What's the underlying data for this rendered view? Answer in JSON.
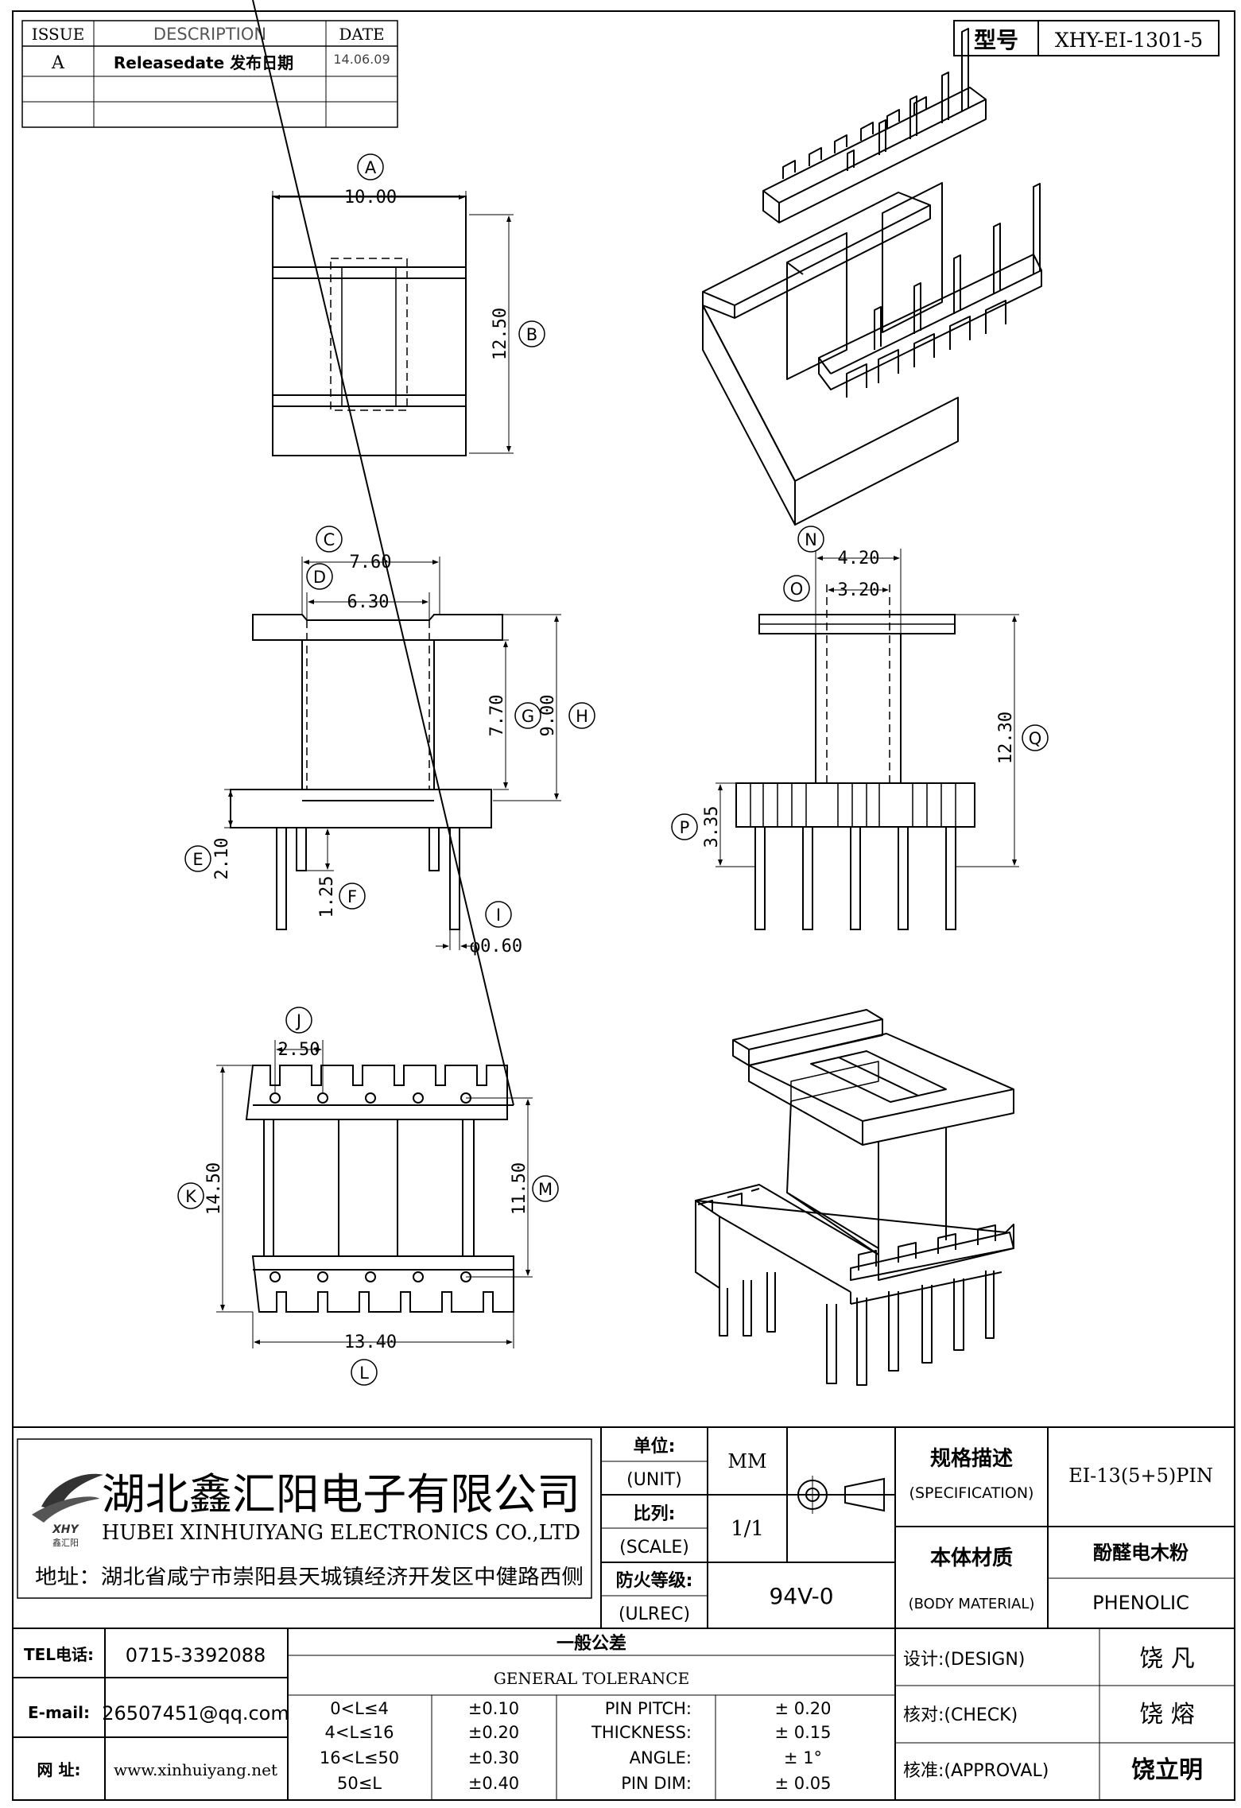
{
  "revision_table": {
    "headers": [
      "ISSUE",
      "DESCRIPTION",
      "DATE"
    ],
    "rows": [
      [
        "A",
        "Releasedate 发布日期",
        "14.06.09"
      ],
      [
        "",
        "",
        ""
      ],
      [
        "",
        "",
        ""
      ]
    ]
  },
  "model": {
    "label": "型号",
    "value": "XHY-EI-1301-5"
  },
  "drawing": {
    "labels": {
      "A": "A",
      "B": "B",
      "C": "C",
      "D": "D",
      "E": "E",
      "F": "F",
      "G": "G",
      "H": "H",
      "I": "I",
      "J": "J",
      "K": "K",
      "L": "L",
      "M": "M",
      "N": "N",
      "O": "O",
      "P": "P",
      "Q": "Q"
    },
    "dims": {
      "A": "10.00",
      "B": "12.50",
      "C": "7.60",
      "D": "6.30",
      "E": "2.10",
      "F": "1.25",
      "G": "7.70",
      "H": "9.00",
      "I": "φ0.60",
      "J": "2.50",
      "K": "14.50",
      "L": "13.40",
      "M": "11.50",
      "N": "4.20",
      "O": "3.20",
      "P": "3.35",
      "Q": "12.30"
    }
  },
  "company": {
    "logo_text": "XHY",
    "logo_sub": "鑫汇阳",
    "name_cn": "湖北鑫汇阳电子有限公司",
    "name_en": "HUBEI XINHUIYANG ELECTRONICS CO.,LTD",
    "address": "地址：湖北省咸宁市崇阳县天城镇经济开发区中健路西侧"
  },
  "contact": {
    "tel_label": "TEL电话:",
    "tel": "0715-3392088",
    "email_label": "E-mail:",
    "email": "26507451@qq.com",
    "web_label": "网 址:",
    "web": "www.xinhuiyang.net"
  },
  "spec": {
    "unit_cn": "单位:",
    "unit_en": "(UNIT)",
    "unit_value": "MM",
    "scale_cn": "比列:",
    "scale_en": "(SCALE)",
    "scale_value": "1/1",
    "ul_cn": "防火等级:",
    "ul_en": "(ULREC)",
    "ul_value": "94V-0",
    "spec_cn": "规格描述",
    "spec_en": "(SPECIFICATION)",
    "spec_value": "EI-13(5+5)PIN",
    "material_cn": "本体材质",
    "material_en": "(BODY MATERIAL)",
    "material_value_cn": "酚醛电木粉",
    "material_value_en": "PHENOLIC"
  },
  "tolerance": {
    "title_cn": "一般公差",
    "title_en": "GENERAL TOLERANCE",
    "ranges": [
      {
        "range": "0<L≤4",
        "tol": "±0.10"
      },
      {
        "range": "4<L≤16",
        "tol": "±0.20"
      },
      {
        "range": "16<L≤50",
        "tol": "±0.30"
      },
      {
        "range": "50≤L",
        "tol": "±0.40"
      }
    ],
    "items": [
      {
        "name": "PIN PITCH:",
        "tol": "±  0.20"
      },
      {
        "name": "THICKNESS:",
        "tol": "±  0.15"
      },
      {
        "name": "ANGLE:",
        "tol": "±  1°"
      },
      {
        "name": "PIN DIM:",
        "tol": "±  0.05"
      }
    ]
  },
  "approval": {
    "design_label": "设计:(DESIGN)",
    "design_name": "饶  凡",
    "check_label": "核对:(CHECK)",
    "check_name": "饶  熔",
    "approval_label": "核准:(APPROVAL)",
    "approval_name": "饶立明"
  }
}
